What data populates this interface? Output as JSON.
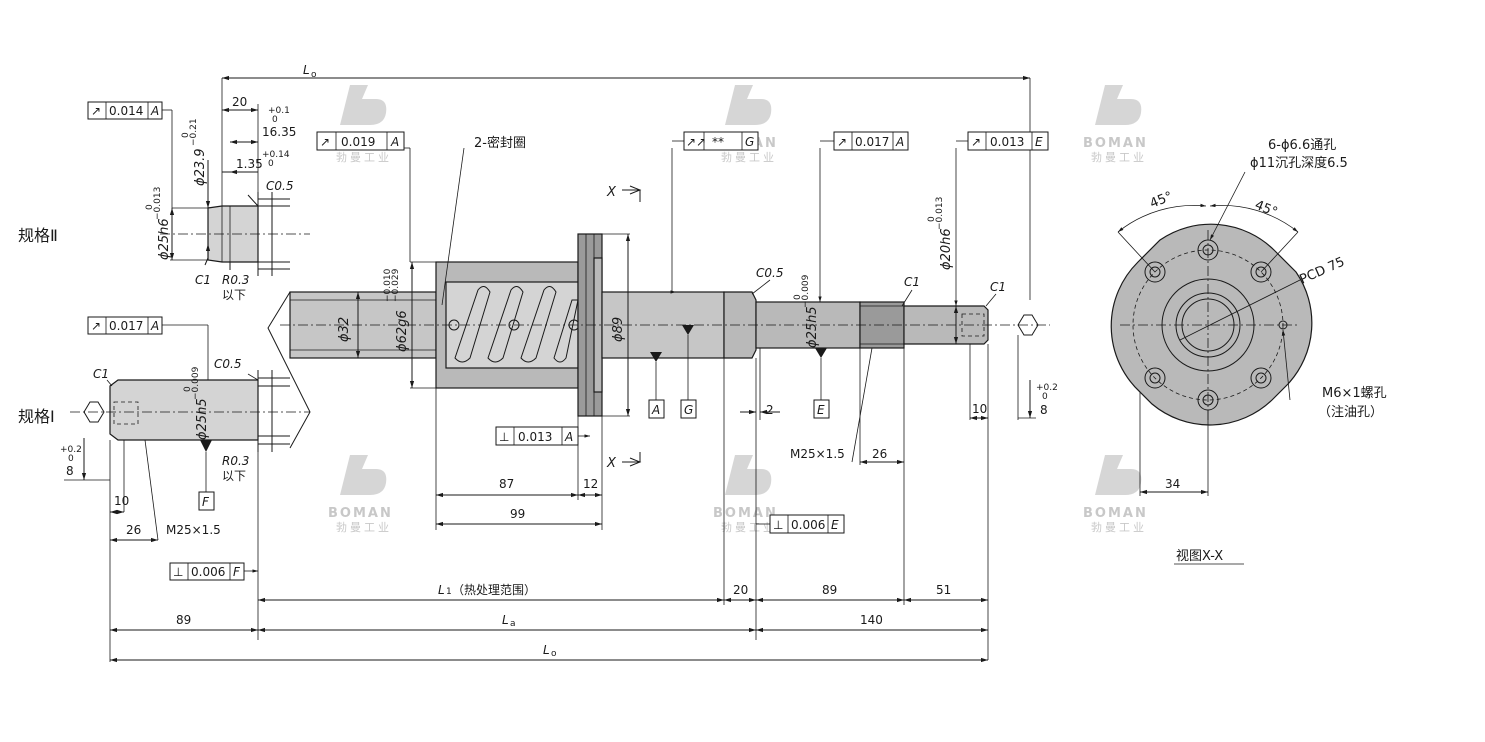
{
  "watermark": {
    "brand": "BOMAN",
    "subtitle": "勃曼工业"
  },
  "labels": {
    "spec2": "规格Ⅱ",
    "spec1": "规格Ⅰ",
    "seal": "2-密封圈",
    "view": "视图X-X",
    "section_x": "X",
    "holes1": "6-ϕ6.6通孔",
    "holes2": "ϕ11沉孔深度6.5",
    "pcd": "PCD 75",
    "oil1": "M6×1螺孔",
    "oil2": "（注油孔）",
    "below1": "以下",
    "below2": "以下"
  },
  "tolerance_frames": {
    "f014": {
      "symbol": "↗",
      "value": "0.014",
      "datum": "A"
    },
    "f017a": {
      "symbol": "↗",
      "value": "0.017",
      "datum": "A"
    },
    "f019": {
      "symbol": "↗",
      "value": "0.019",
      "datum": "A"
    },
    "fG": {
      "symbol": "↗↗",
      "value": "**",
      "datum": "G"
    },
    "f017b": {
      "symbol": "↗",
      "value": "0.017",
      "datum": "A"
    },
    "f013e": {
      "symbol": "↗",
      "value": "0.013",
      "datum": "E"
    },
    "f013a": {
      "symbol": "⊥",
      "value": "0.013",
      "datum": "A"
    },
    "f006e": {
      "symbol": "⊥",
      "value": "0.006",
      "datum": "E"
    },
    "f006f": {
      "symbol": "⊥",
      "value": "0.006",
      "datum": "F"
    }
  },
  "datums": {
    "A": "A",
    "G": "G",
    "E": "E",
    "F": "F"
  },
  "dims": {
    "L0_top": "L",
    "L0_sub": "o",
    "d20": "20",
    "d1635": "16.35",
    "d1635_tol_u": "+0.1",
    "d1635_tol_l": "0",
    "d135": "1.35",
    "d135_tol_u": "+0.14",
    "d135_tol_l": "0",
    "c05a": "C0.5",
    "c05b": "C0.5",
    "c05c": "C0.5",
    "c1a": "C1",
    "c1b": "C1",
    "c1c": "C1",
    "c1d": "C1",
    "r03a": "R0.3",
    "r03b": "R0.3",
    "phi239": "ϕ23.9",
    "phi239_tol_u": "0",
    "phi239_tol_l": "−0.21",
    "phi25h6": "ϕ25h6",
    "phi25h6_tol_u": "0",
    "phi25h6_tol_l": "−0.013",
    "phi25h5a": "ϕ25h5",
    "phi25h5a_tol_u": "0",
    "phi25h5a_tol_l": "−0.009",
    "phi25h5b": "ϕ25h5",
    "phi25h5b_tol_u": "0",
    "phi25h5b_tol_l": "−0.009",
    "phi20h6": "ϕ20h6",
    "phi20h6_tol_u": "0",
    "phi20h6_tol_l": "−0.013",
    "phi32": "ϕ32",
    "phi62g6": "ϕ62g6",
    "phi62g6_tol_u": "−0.010",
    "phi62g6_tol_l": "−0.029",
    "phi89": "ϕ89",
    "d87": "87",
    "d12": "12",
    "d99": "99",
    "d2": "2",
    "d10a": "10",
    "d10b": "10",
    "d8a": "8",
    "d8a_tol_u": "+0.2",
    "d8a_tol_l": "0",
    "d8b": "8",
    "d8b_tol_u": "+0.2",
    "d8b_tol_l": "0",
    "m25a": "M25×1.5",
    "m25b": "M25×1.5",
    "d26a": "26",
    "d26b": "26",
    "d89a": "89",
    "d89b": "89",
    "L1": "L",
    "L1_sub": "1",
    "L1_note": "（热处理范围）",
    "d20b": "20",
    "d51": "51",
    "La": "L",
    "La_sub": "a",
    "d140": "140",
    "L0_bot": "L",
    "L0_bot_sub": "o",
    "d34": "34",
    "a45a": "45°",
    "a45b": "45°"
  }
}
